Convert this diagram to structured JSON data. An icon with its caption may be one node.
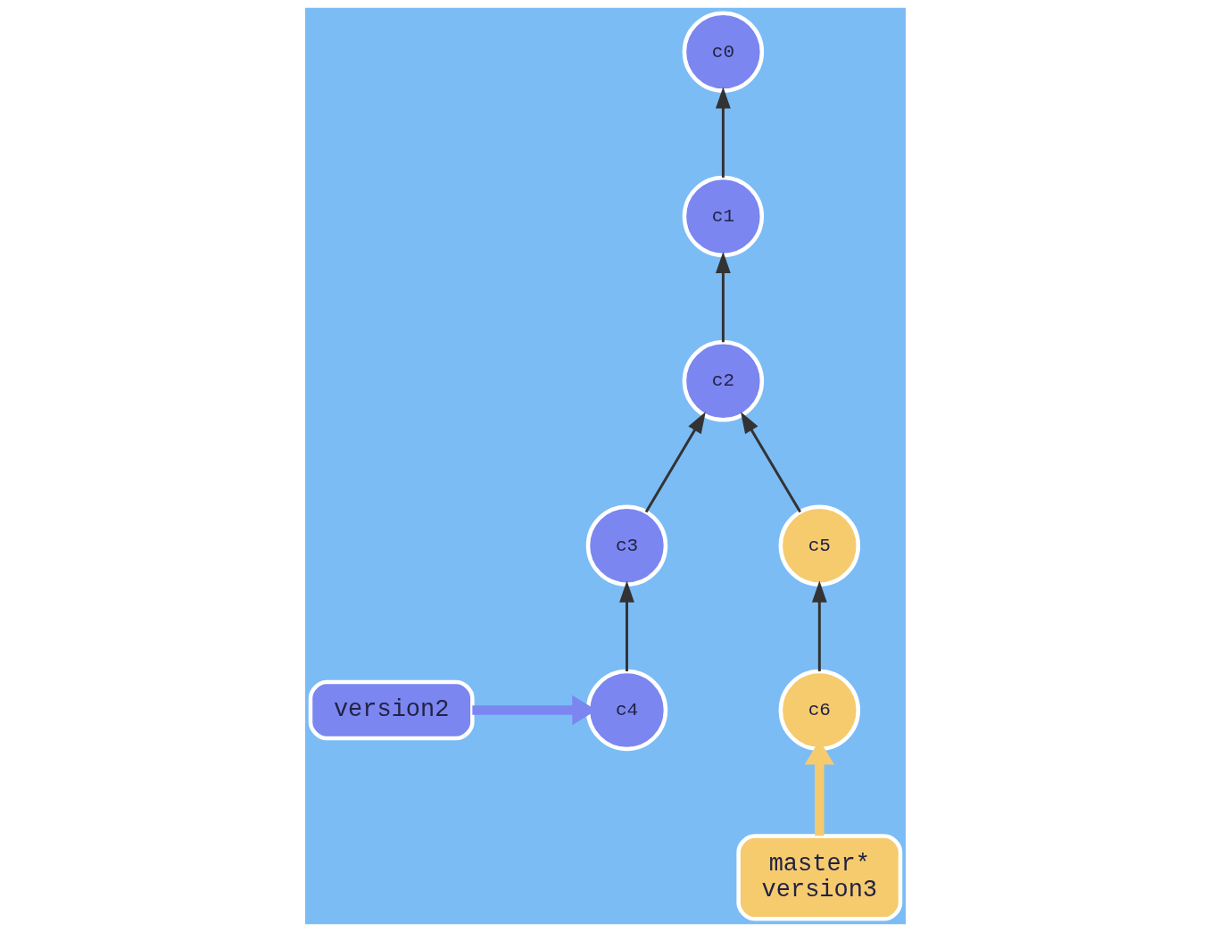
{
  "diagram": {
    "nodes": [
      {
        "text": [
          "c0"
        ]
      },
      {
        "text": [
          "c1"
        ]
      },
      {
        "text": [
          "c2"
        ]
      },
      {
        "text": [
          "c3"
        ]
      },
      {
        "text": [
          "c4"
        ]
      },
      {
        "text": [
          "c5"
        ]
      },
      {
        "text": [
          "c6"
        ]
      },
      {
        "text": [
          "version2"
        ]
      },
      {
        "text": [
          "master*",
          "version3"
        ]
      }
    ],
    "edges": [
      {
        "from": 1,
        "to": 0,
        "arrow": "to"
      },
      {
        "from": 2,
        "to": 1,
        "arrow": "to"
      },
      {
        "from": 3,
        "to": 2,
        "arrow": "to"
      },
      {
        "from": 5,
        "to": 2,
        "arrow": "to"
      },
      {
        "from": 4,
        "to": 3,
        "arrow": "to"
      },
      {
        "from": 6,
        "to": 5,
        "arrow": "to"
      },
      {
        "from": 7,
        "to": 4,
        "arrow": "to",
        "style": "thick",
        "color": "#7b86f0"
      },
      {
        "from": 8,
        "to": 6,
        "arrow": "to",
        "style": "thick",
        "color": "#f5cb6e"
      }
    ]
  }
}
